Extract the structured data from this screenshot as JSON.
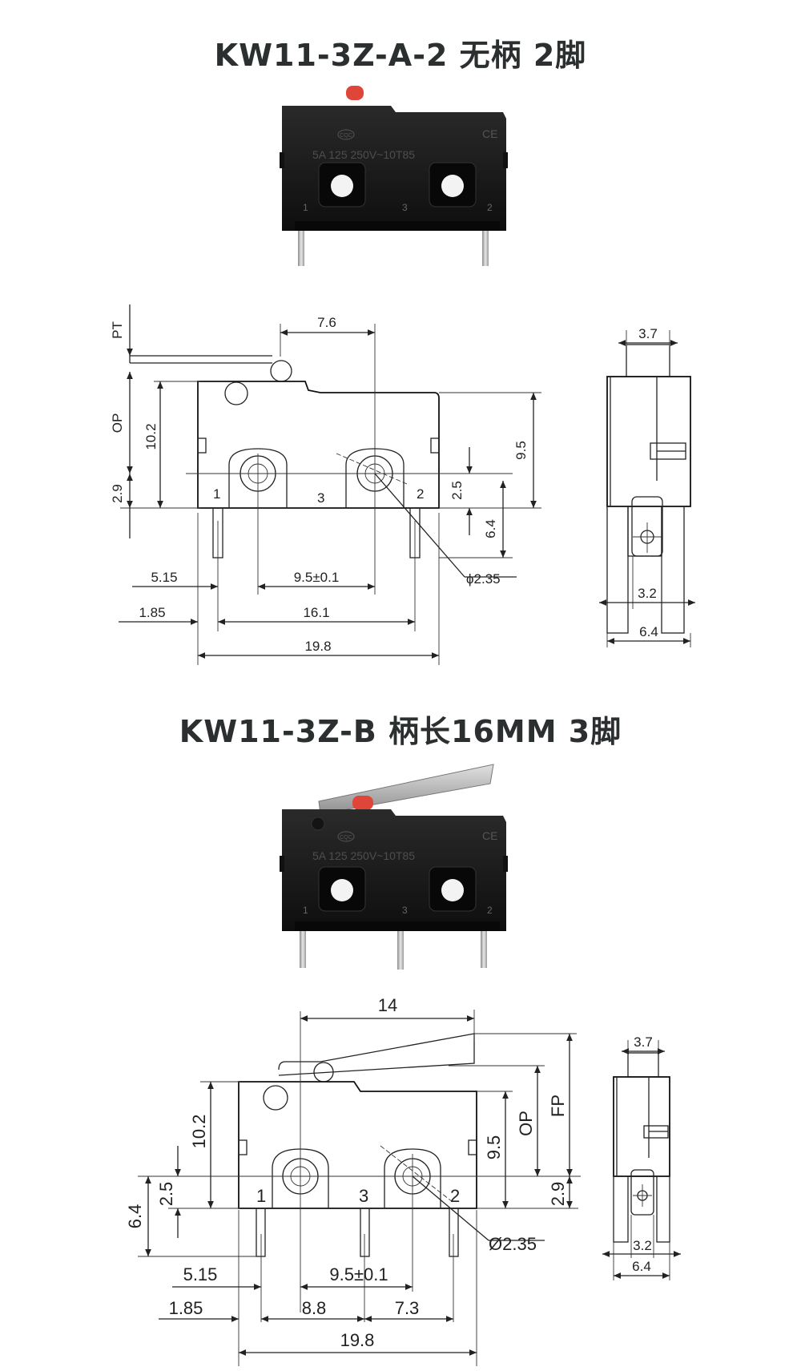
{
  "titles": {
    "a": "KW11-3Z-A-2 无柄 2脚",
    "b": "KW11-3Z-B 柄长16MM 3脚"
  },
  "photo": {
    "marking": "5A 125 250V~10T85",
    "cqc": "CQC",
    "ce": "CE",
    "pin_1": "1",
    "pin_2": "2",
    "pin_3": "3"
  },
  "drawing_a": {
    "pt": "PT",
    "op": "OP",
    "d_7_6": "7.6",
    "d_10_2": "10.2",
    "d_2_9": "2.9",
    "d_9_5": "9.5",
    "d_2_5": "2.5",
    "d_6_4": "6.4",
    "d_5_15": "5.15",
    "d_9_5_tol": "9.5±0.1",
    "d_1_85": "1.85",
    "d_16_1": "16.1",
    "d_19_8": "19.8",
    "d_phi": "ϕ2.35",
    "pin_1": "1",
    "pin_2": "2",
    "pin_3": "3",
    "side_3_7": "3.7",
    "side_3_2": "3.2",
    "side_6_4": "6.4"
  },
  "drawing_b": {
    "d_14": "14",
    "d_10_2": "10.2",
    "d_9_5": "9.5",
    "op": "OP",
    "fp": "FP",
    "d_6_4": "6.4",
    "d_2_5": "2.5",
    "d_2_9": "2.9",
    "d_phi": "Ø2.35",
    "d_5_15": "5.15",
    "d_9_5_tol": "9.5±0.1",
    "d_1_85": "1.85",
    "d_8_8": "8.8",
    "d_7_3": "7.3",
    "d_19_8": "19.8",
    "pin_1": "1",
    "pin_2": "2",
    "pin_3": "3",
    "side_3_7": "3.7",
    "side_3_2": "3.2",
    "side_6_4": "6.4"
  }
}
